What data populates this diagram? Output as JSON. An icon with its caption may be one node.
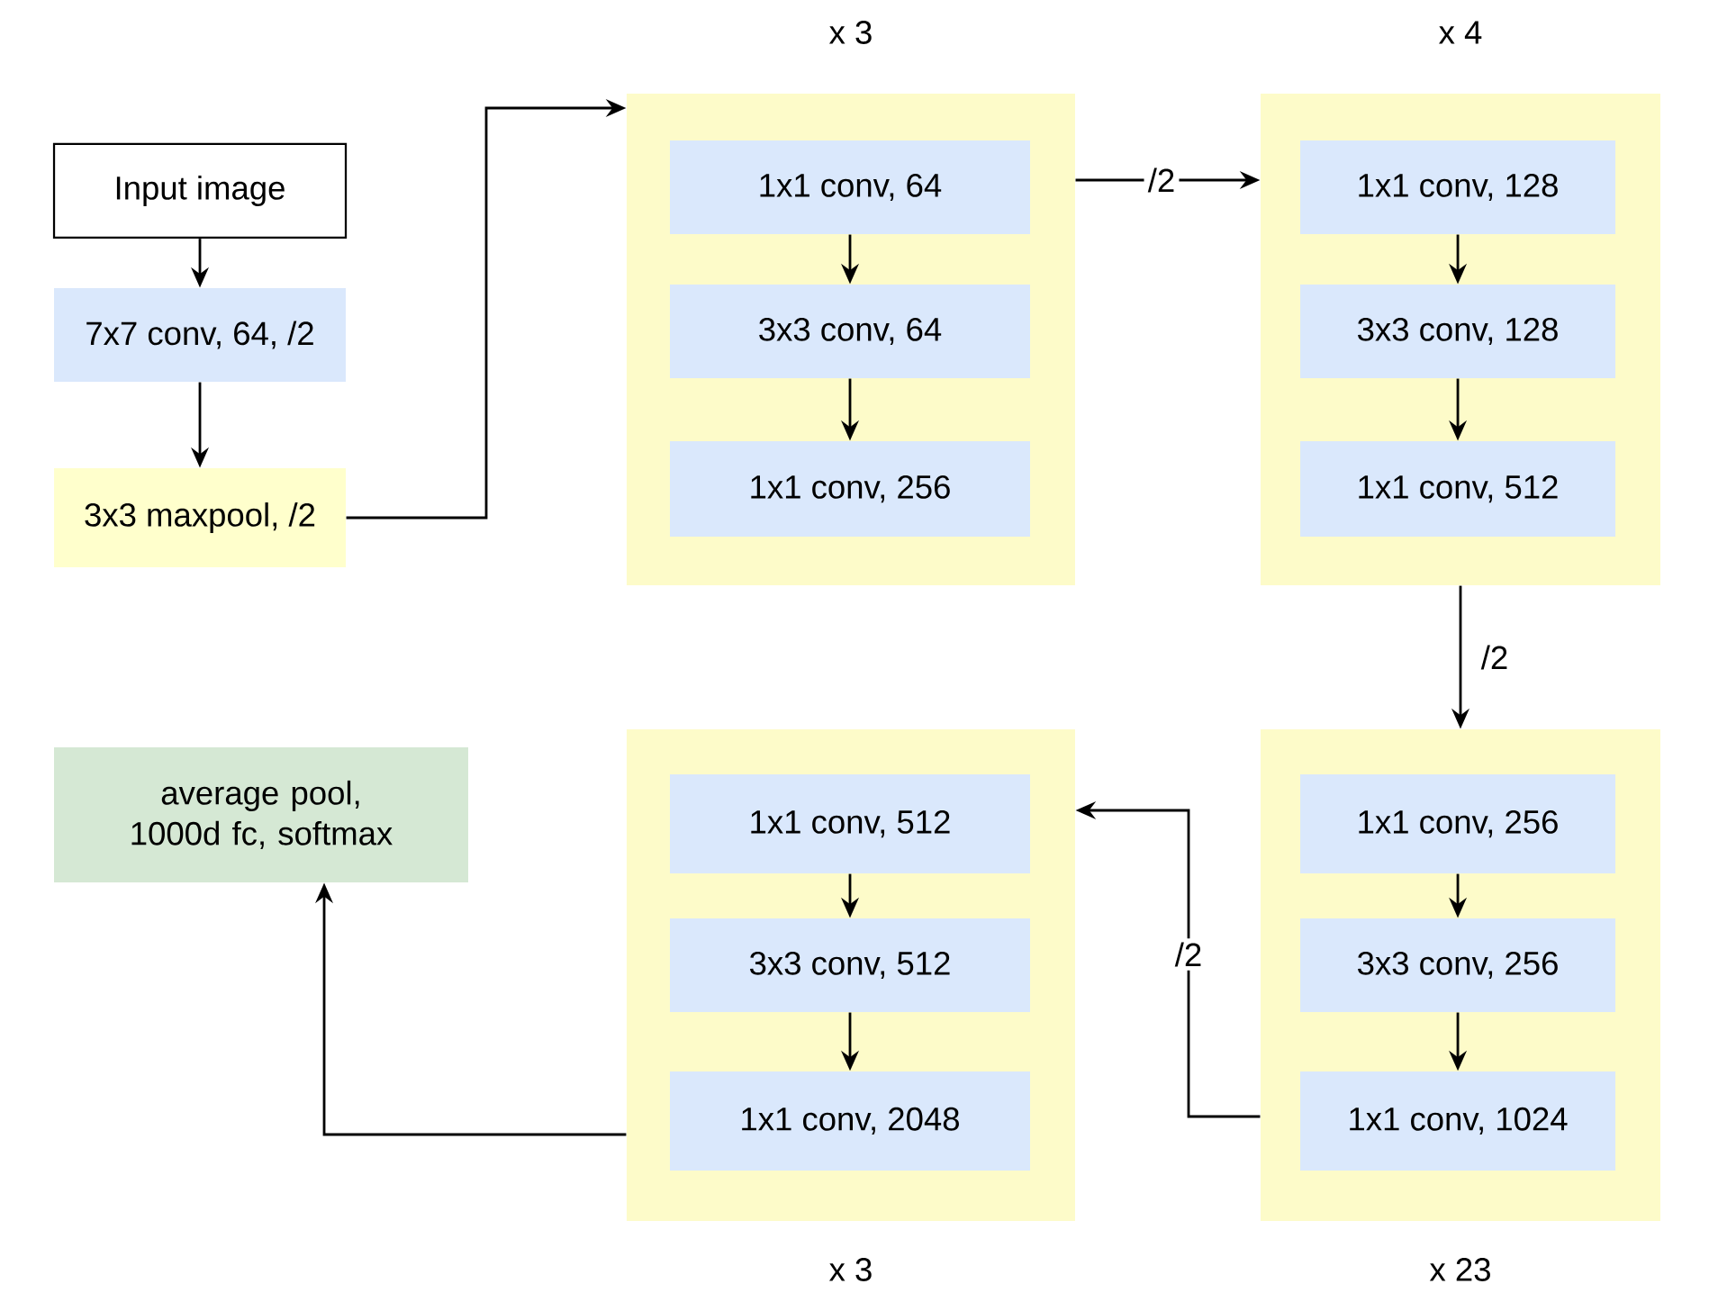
{
  "diagram": {
    "nodes": [
      {
        "text": [
          "Input image"
        ]
      },
      {
        "text": [
          "7x7 conv, 64, /2"
        ]
      },
      {
        "text": [
          "3x3 maxpool, /2"
        ]
      },
      {
        "text": [],
        "shape": "box",
        "beside": [
          "x 3"
        ]
      },
      {
        "text": [
          "1x1 conv, 64"
        ],
        "in": 3
      },
      {
        "text": [
          "3x3 conv, 64"
        ],
        "in": 3
      },
      {
        "text": [
          "1x1 conv, 256"
        ],
        "in": 3
      },
      {
        "text": [],
        "shape": "box",
        "beside": [
          "x 4"
        ]
      },
      {
        "text": [
          "1x1 conv, 128"
        ],
        "in": 7
      },
      {
        "text": [
          "3x3 conv, 128"
        ],
        "in": 7
      },
      {
        "text": [
          "1x1 conv, 512"
        ],
        "in": 7
      },
      {
        "text": [],
        "shape": "box",
        "beside": [
          "x 23"
        ]
      },
      {
        "text": [
          "1x1 conv, 256"
        ],
        "in": 11
      },
      {
        "text": [
          "3x3 conv, 256"
        ],
        "in": 11
      },
      {
        "text": [
          "1x1 conv, 1024"
        ],
        "in": 11
      },
      {
        "text": [],
        "shape": "box",
        "beside": [
          "x 3"
        ]
      },
      {
        "text": [
          "1x1 conv, 512"
        ],
        "in": 15
      },
      {
        "text": [
          "3x3 conv, 512"
        ],
        "in": 15
      },
      {
        "text": [
          "1x1 conv, 2048"
        ],
        "in": 15
      },
      {
        "text": [
          "average pool, 1000d fc, softmax"
        ]
      }
    ],
    "edges": [
      {
        "from": 0,
        "to": 1,
        "arrow": "to"
      },
      {
        "from": 1,
        "to": 2,
        "arrow": "to"
      },
      {
        "from": 2,
        "to": 3,
        "arrow": "to"
      },
      {
        "from": 4,
        "to": 5,
        "arrow": "to"
      },
      {
        "from": 5,
        "to": 6,
        "arrow": "to"
      },
      {
        "from": 3,
        "to": 7,
        "arrow": "to",
        "label": "/2"
      },
      {
        "from": 8,
        "to": 9,
        "arrow": "to"
      },
      {
        "from": 9,
        "to": 10,
        "arrow": "to"
      },
      {
        "from": 7,
        "to": 11,
        "arrow": "to",
        "label": "/2"
      },
      {
        "from": 12,
        "to": 13,
        "arrow": "to"
      },
      {
        "from": 13,
        "to": 14,
        "arrow": "to"
      },
      {
        "from": 11,
        "to": 15,
        "arrow": "to",
        "label": "/2"
      },
      {
        "from": 16,
        "to": 17,
        "arrow": "to"
      },
      {
        "from": 17,
        "to": 18,
        "arrow": "to"
      },
      {
        "from": 15,
        "to": 19,
        "arrow": "to"
      }
    ]
  }
}
